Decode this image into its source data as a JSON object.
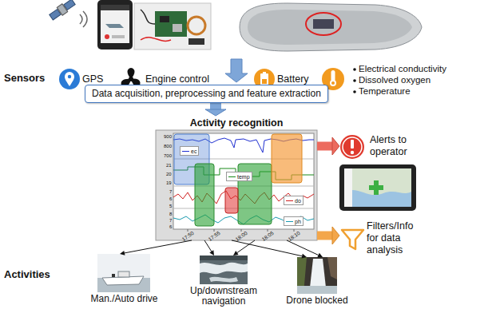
{
  "diagram": {
    "nodes": [
      {
        "text": [
          "Data acquisition, preprocessing and feature extraction"
        ]
      },
      {
        "text": [
          "Activity recognition"
        ]
      },
      {
        "text": [
          "ec"
        ],
        "in": 1
      },
      {
        "text": [
          "temp"
        ],
        "in": 1
      },
      {
        "text": [
          "do"
        ],
        "in": 1
      },
      {
        "text": [
          "ph"
        ],
        "in": 1
      },
      {
        "text": [
          "Alerts to operator"
        ]
      },
      {
        "text": [
          "Filters/Info for data analysis"
        ]
      },
      {
        "text": [
          "Man./Auto drive"
        ]
      },
      {
        "text": [
          "Up/downstream navigation"
        ]
      },
      {
        "text": [
          "Drone blocked"
        ]
      }
    ],
    "edges": [
      {
        "from": 0,
        "to": 1,
        "arrow": "to"
      },
      {
        "from": 1,
        "to": 6,
        "arrow": "to"
      },
      {
        "from": 1,
        "to": 7,
        "arrow": "to"
      },
      {
        "from": 1,
        "to": 8,
        "arrow": "to"
      },
      {
        "from": 1,
        "to": 9,
        "arrow": "to"
      },
      {
        "from": 1,
        "to": 9,
        "arrow": "to"
      },
      {
        "from": 1,
        "to": 10,
        "arrow": "to"
      },
      {
        "from": 1,
        "to": 10,
        "arrow": "to"
      }
    ],
    "labels": [
      "Sensors",
      "GPS",
      "Engine control",
      "Battery",
      "Electrical conductivity",
      "Dissolved oxygen",
      "Temperature",
      "900",
      "800",
      "700",
      "21",
      "20",
      "19",
      "7",
      "6",
      "5",
      "8",
      "7",
      "6",
      "17:50",
      "17:55",
      "18:00",
      "18:05",
      "18:10",
      "Activities"
    ]
  }
}
